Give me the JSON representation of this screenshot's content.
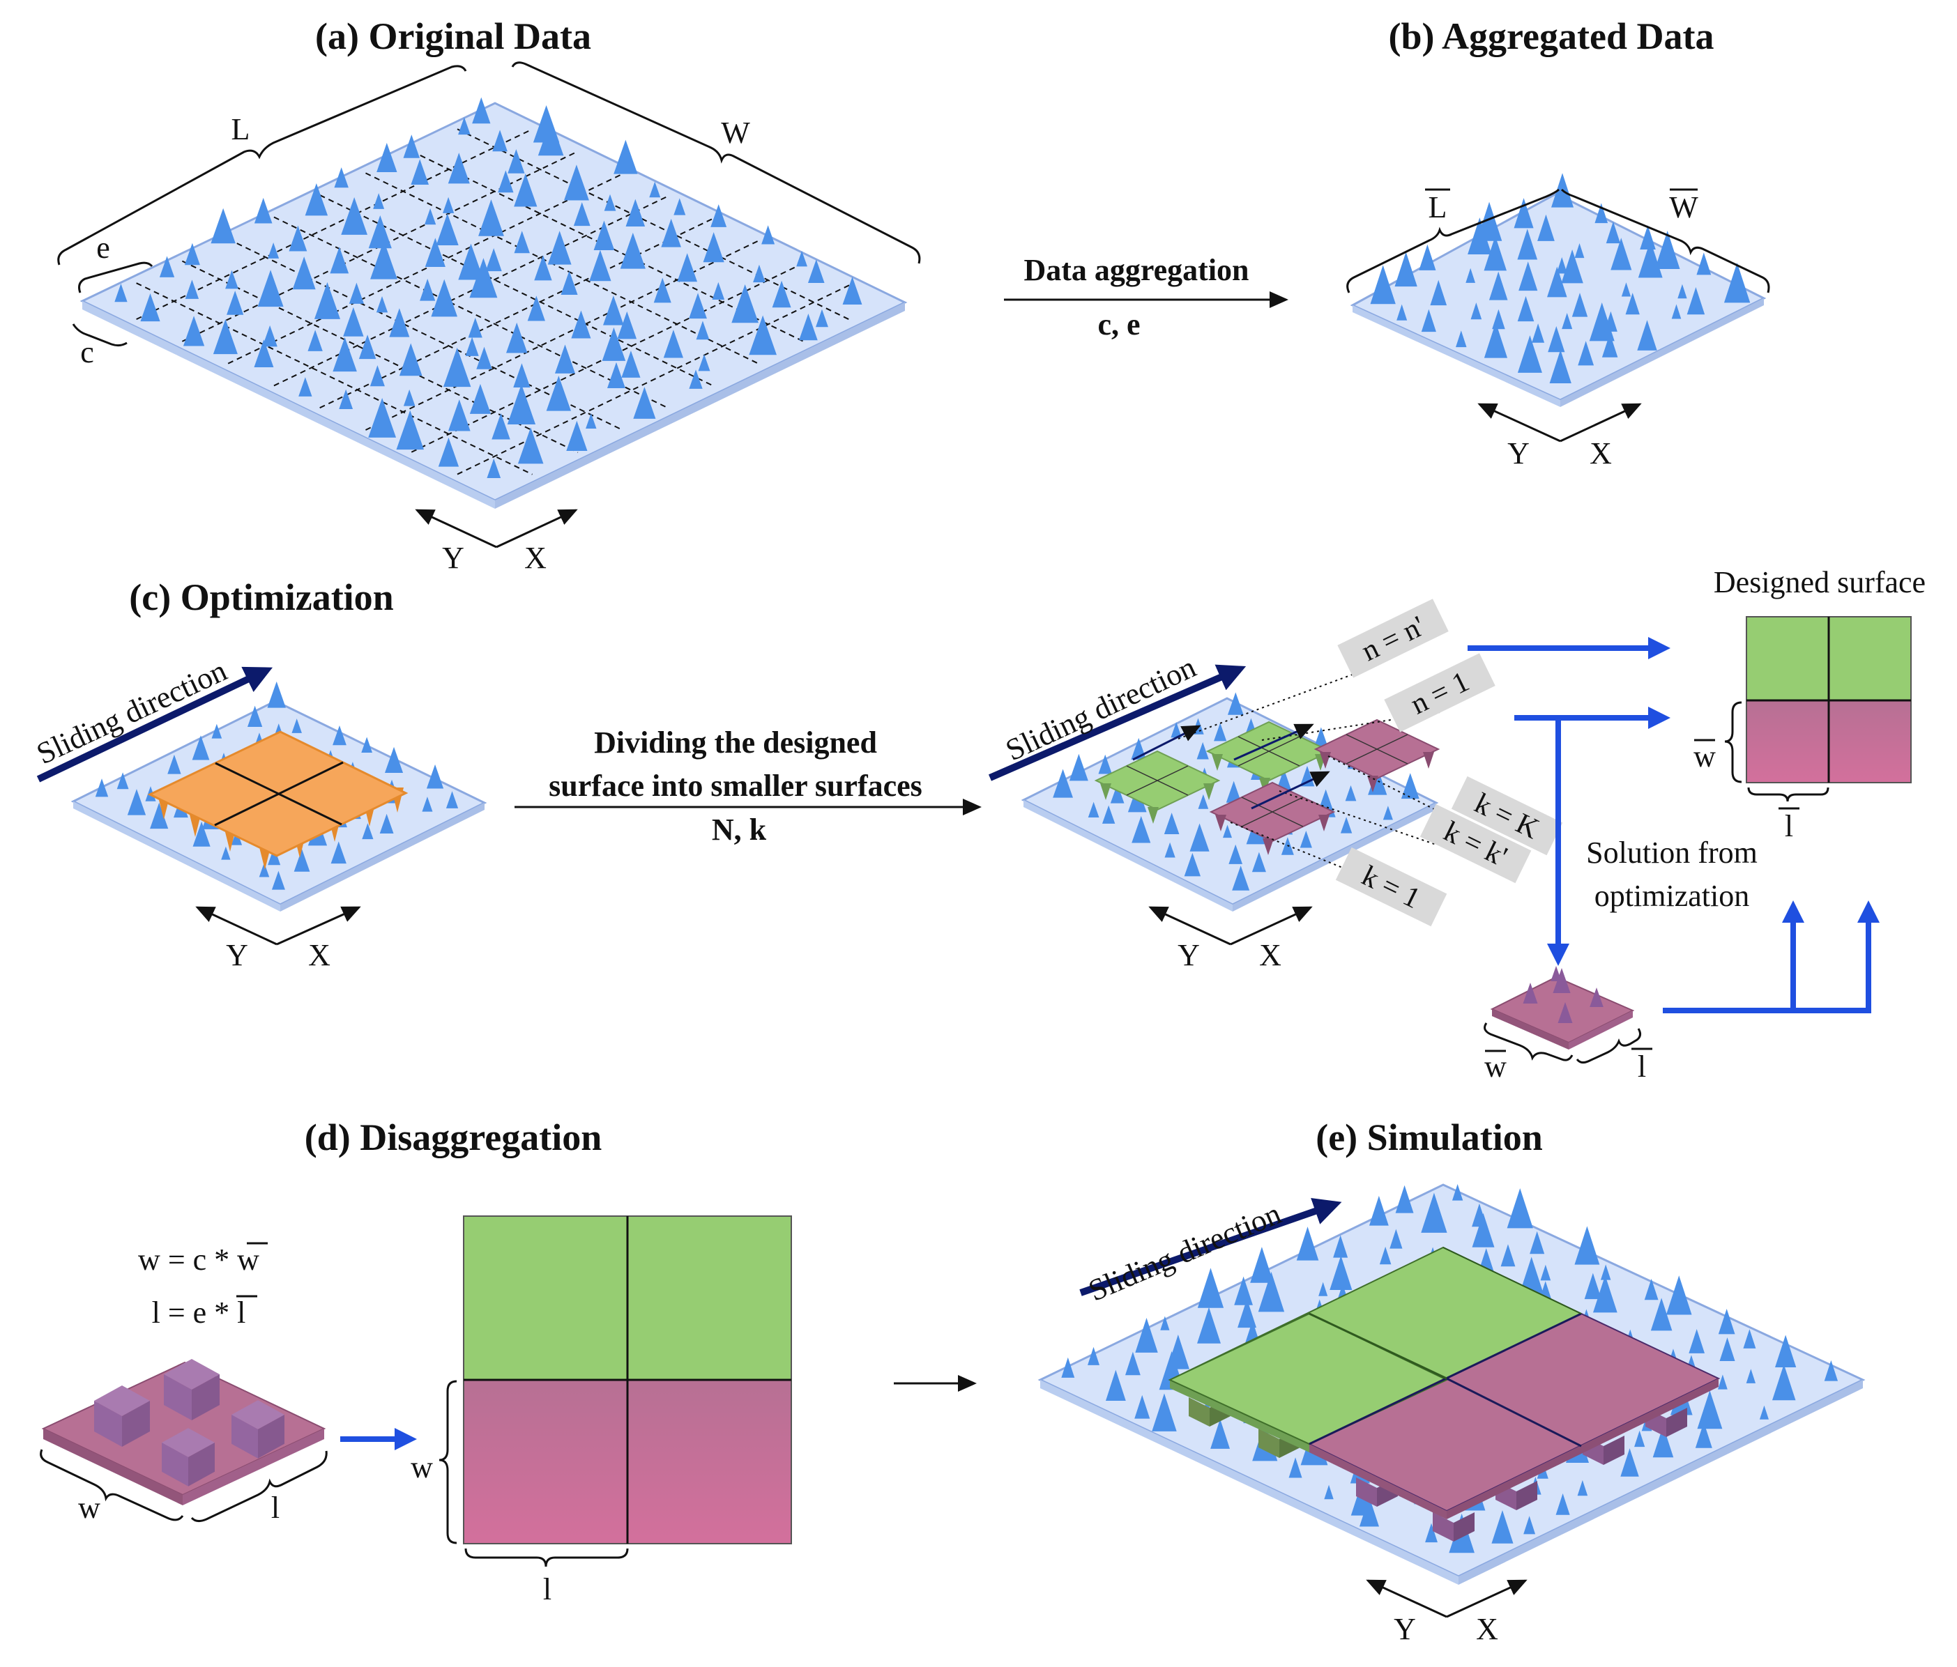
{
  "titles": {
    "a": "(a) Original Data",
    "b": "(b) Aggregated Data",
    "c": "(c) Optimization",
    "d": "(d) Disaggregation",
    "e": "(e) Simulation"
  },
  "dims": {
    "L": "L",
    "W": "W",
    "e": "e",
    "c": "c",
    "w": "w",
    "l": "l"
  },
  "axes": {
    "x": "X",
    "y": "Y"
  },
  "arrows": {
    "aggregation_line1": "Data aggregation",
    "aggregation_line2": "c, e",
    "dividing_line1": "Dividing the designed",
    "dividing_line2": "surface into smaller surfaces",
    "dividing_line3": "N, k"
  },
  "sliding": "Sliding direction",
  "tags": {
    "n_nprime": "n = n'",
    "n_1": "n = 1",
    "k_K": "k = K",
    "k_kprime": "k = k'",
    "k_1": "k = 1"
  },
  "designed_surface": "Designed surface",
  "solution_line1": "Solution from",
  "solution_line2": "optimization",
  "formulas": {
    "w": "w = c * w",
    "l": "l = e * l"
  },
  "colors": {
    "plate_fill": "#d6e3fa",
    "plate_edge": "#8aa8e0",
    "cone": "#4a90e8",
    "orange": "#f6a65a",
    "green": "#96cd72",
    "purple": "#b77094",
    "pink": "#d3709c",
    "navy": "#0c1a6b",
    "blue_arrow": "#1f4fe0"
  }
}
